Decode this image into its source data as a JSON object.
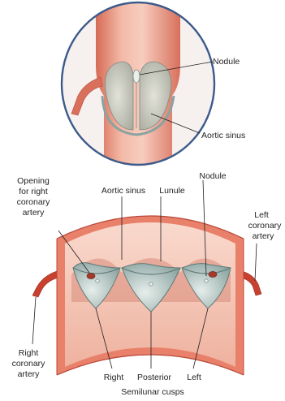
{
  "inset": {
    "labels": {
      "nodule": "Nodule",
      "aortic_sinus": "Aortic sinus"
    }
  },
  "main": {
    "labels": {
      "opening_line1": "Opening",
      "opening_line2": "for right",
      "opening_line3": "coronary",
      "opening_line4": "artery",
      "aortic_sinus": "Aortic sinus",
      "lunule": "Lunule",
      "nodule": "Nodule",
      "left_coronary_line1": "Left",
      "left_coronary_line2": "coronary",
      "left_coronary_line3": "artery",
      "right_coronary_line1": "Right",
      "right_coronary_line2": "coronary",
      "right_coronary_line3": "artery",
      "cusp_right": "Right",
      "cusp_posterior": "Posterior",
      "cusp_left": "Left",
      "semilunar_cusps": "Semilunar cusps"
    }
  },
  "colors": {
    "vessel_wall": "#e8806a",
    "vessel_light": "#f6c4b4",
    "vessel_dark": "#b8483a",
    "cusp": "#c4d2cf",
    "cusp_shadow": "#8ea6a3",
    "inset_ring": "#3c5a8a",
    "artery": "#c8402e"
  }
}
